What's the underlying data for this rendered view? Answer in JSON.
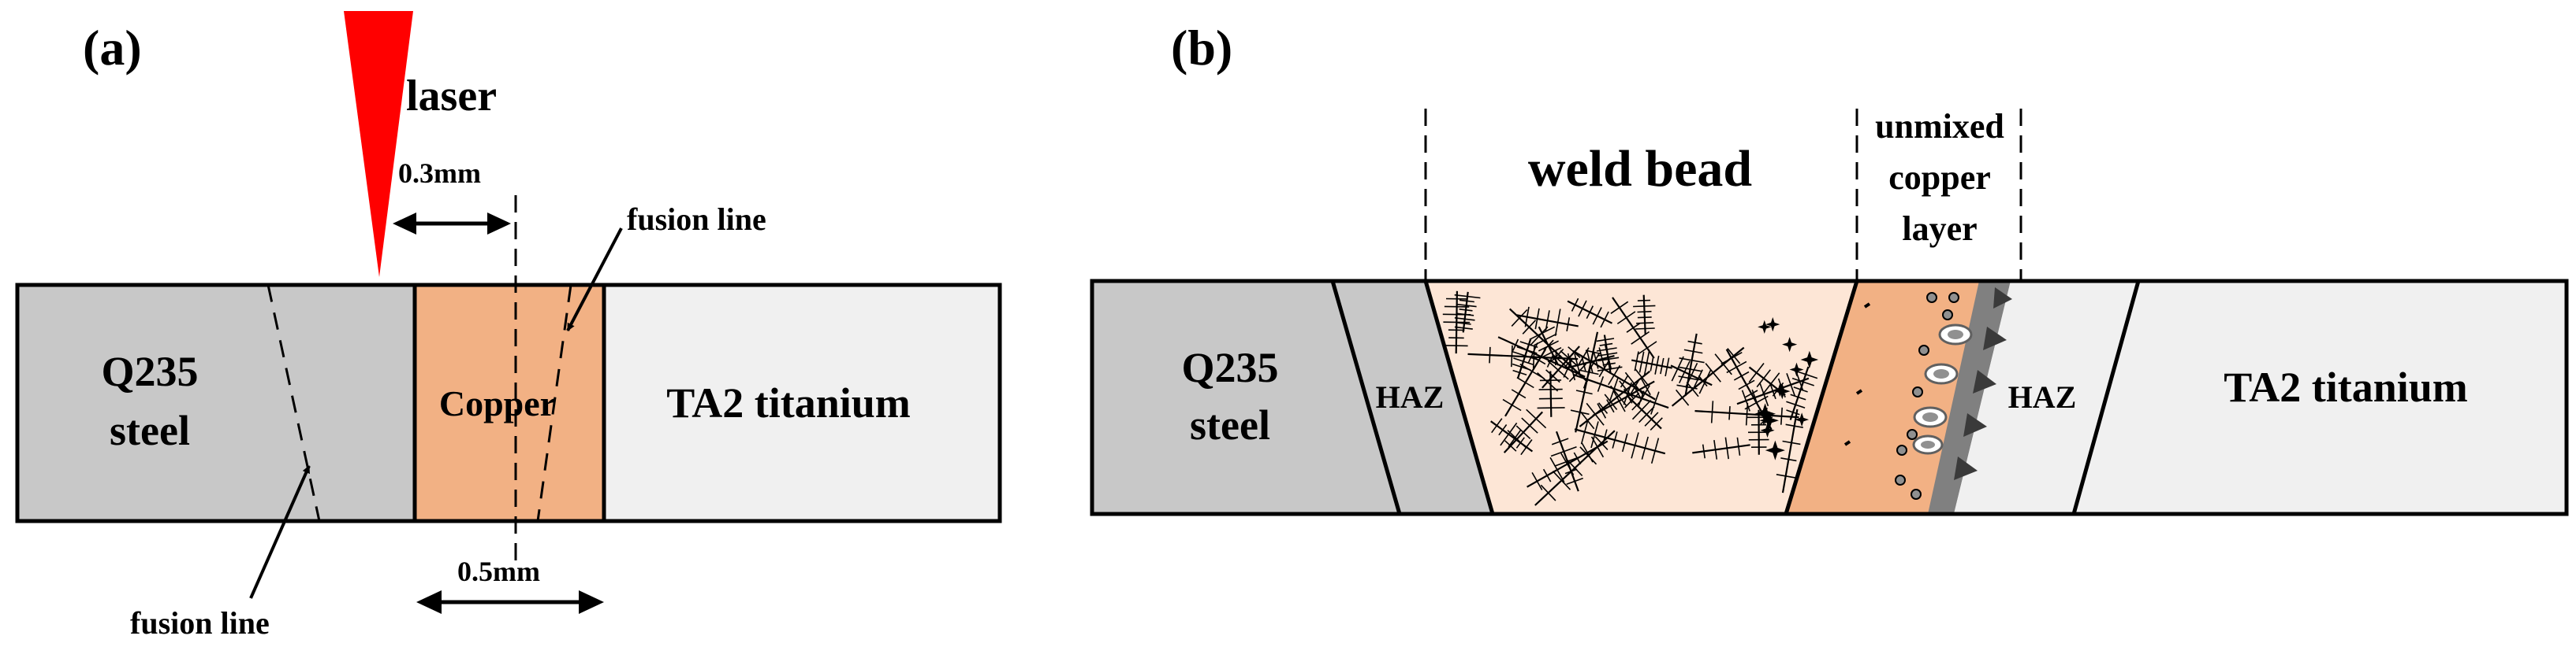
{
  "panel_a": {
    "label": "(a)",
    "laser_label": "laser",
    "offset_label": "0.3mm",
    "width_label": "0.5mm",
    "fusion_line_right": "fusion line",
    "fusion_line_left": "fusion line",
    "steel_line1": "Q235",
    "steel_line2": "steel",
    "copper_label": "Copper",
    "titanium_label": "TA2 titanium",
    "colors": {
      "laser": "#ff0000",
      "steel": "#c8c8c8",
      "copper": "#f2b184",
      "titanium": "#f0f0f0"
    }
  },
  "panel_b": {
    "label": "(b)",
    "weld_bead_label": "weld bead",
    "unmixed_line1": "unmixed",
    "unmixed_line2": "copper",
    "unmixed_line3": "layer",
    "steel_line1": "Q235",
    "steel_line2": "steel",
    "haz_left": "HAZ",
    "haz_right": "HAZ",
    "titanium_label": "TA2 titanium",
    "colors": {
      "steel": "#c8c8c8",
      "weld": "#fde6d6",
      "copper": "#f2b184",
      "titanium": "#f0f0f0"
    }
  }
}
